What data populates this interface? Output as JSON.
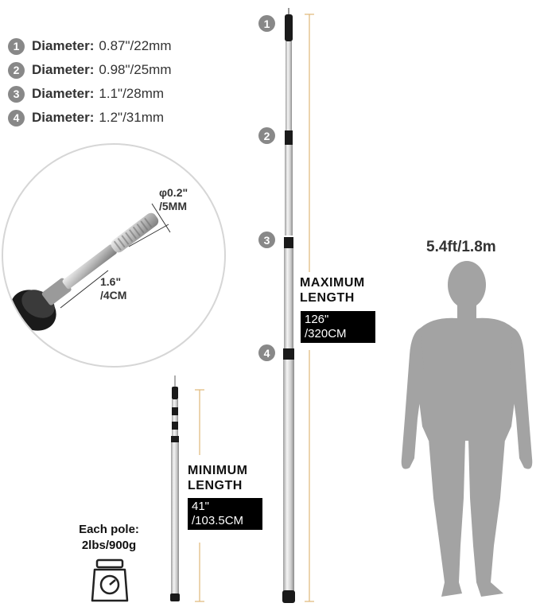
{
  "specs": [
    {
      "num": "1",
      "label": "Diameter:",
      "value": "0.87\"/22mm"
    },
    {
      "num": "2",
      "label": "Diameter:",
      "value": "0.98\"/25mm"
    },
    {
      "num": "3",
      "label": "Diameter:",
      "value": "1.1\"/28mm"
    },
    {
      "num": "4",
      "label": "Diameter:",
      "value": "1.2\"/31mm"
    }
  ],
  "detail": {
    "diameter_line1": "φ0.2\"",
    "diameter_line2": "/5MM",
    "length_line1": "1.6\"",
    "length_line2": "/4CM"
  },
  "markers": [
    "1",
    "2",
    "3",
    "4"
  ],
  "maximum": {
    "title_line1": "MAXIMUM",
    "title_line2": "LENGTH",
    "value_line1": "126\"",
    "value_line2": "/320CM"
  },
  "minimum": {
    "title_line1": "MINIMUM",
    "title_line2": "LENGTH",
    "value_line1": "41\"",
    "value_line2": "/103.5CM"
  },
  "person_height": "5.4ft/1.8m",
  "weight": {
    "line1": "Each pole:",
    "line2": "2lbs/900g"
  },
  "colors": {
    "guide_line": "#e0b878",
    "marker": "#888888",
    "silhouette": "#a3a3a3",
    "pole": "#d4d4d4"
  },
  "icons": [
    "scale-icon",
    "person-silhouette-icon"
  ]
}
